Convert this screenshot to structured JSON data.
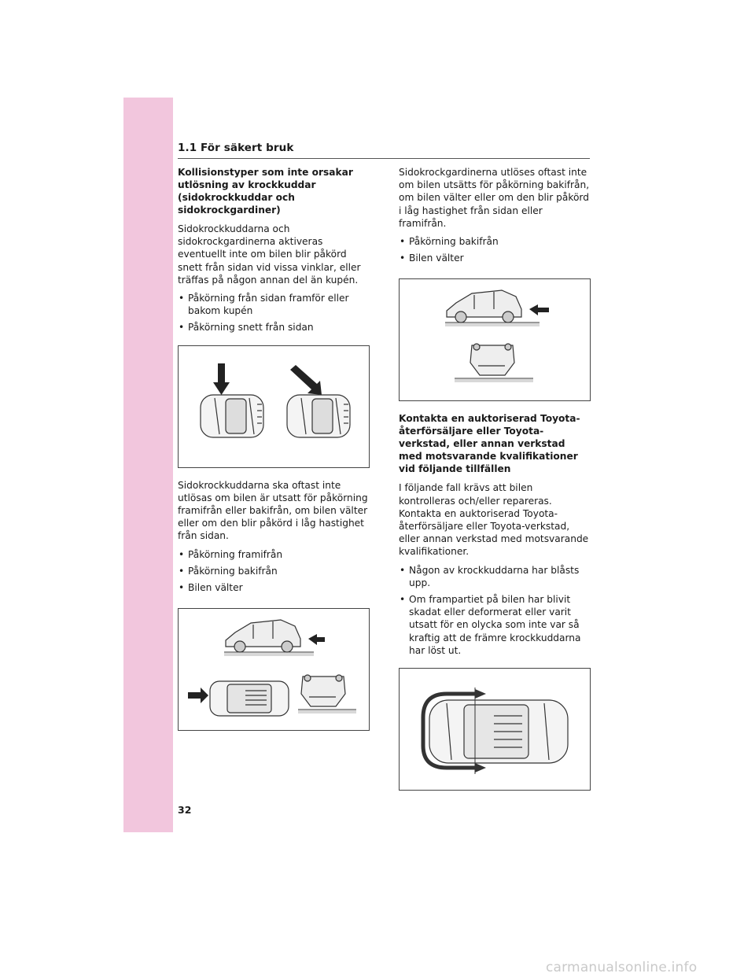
{
  "header": {
    "title": "1.1  För säkert bruk"
  },
  "left": {
    "heading": "Kollisionstyper som inte orsakar utlösning av krockkuddar (sidokrockkuddar och sidokrockgardiner)",
    "para1": "Sidokrockkuddarna och sidokrockgardinerna aktiveras eventuellt inte om bilen blir påkörd snett från sidan vid vissa vinklar, eller träffas på någon annan del än kupén.",
    "bullets1": [
      "Påkörning från sidan framför eller bakom kupén",
      "Påkörning snett från sidan"
    ],
    "para2": "Sidokrockkuddarna ska oftast inte utlösas om bilen är utsatt för påkörning framifrån eller bakifrån, om bilen välter eller om den blir påkörd i låg hastighet från sidan.",
    "bullets2": [
      "Påkörning framifrån",
      "Påkörning bakifrån",
      "Bilen välter"
    ]
  },
  "right": {
    "para1": "Sidokrockgardinerna utlöses oftast inte om bilen utsätts för påkörning bakifrån, om bilen välter eller om den blir påkörd i låg hastighet från sidan eller framifrån.",
    "bullets1": [
      "Påkörning bakifrån",
      "Bilen välter"
    ],
    "heading": "Kontakta en auktoriserad Toyota-återförsäljare eller Toyota-verkstad, eller annan verkstad med motsvarande kvalifikationer vid följande tillfällen",
    "para2": "I följande fall krävs att bilen kontrolleras och/eller repareras. Kontakta en auktoriserad Toyota-återförsäljare eller Toyota-verkstad, eller annan verkstad med motsvarande kvalifikationer.",
    "bullets2": [
      "Någon av krockkuddarna har blåsts upp.",
      "Om frampartiet på bilen har blivit skadat eller deformerat eller varit utsatt för en olycka som inte var så kraftig att de främre krockkuddarna har löst ut."
    ]
  },
  "footer": {
    "page_number": "32"
  },
  "watermark": "carmanualsonline.info",
  "colors": {
    "tab": "#f2c6dd",
    "text": "#1a1a1a",
    "border": "#444444"
  }
}
